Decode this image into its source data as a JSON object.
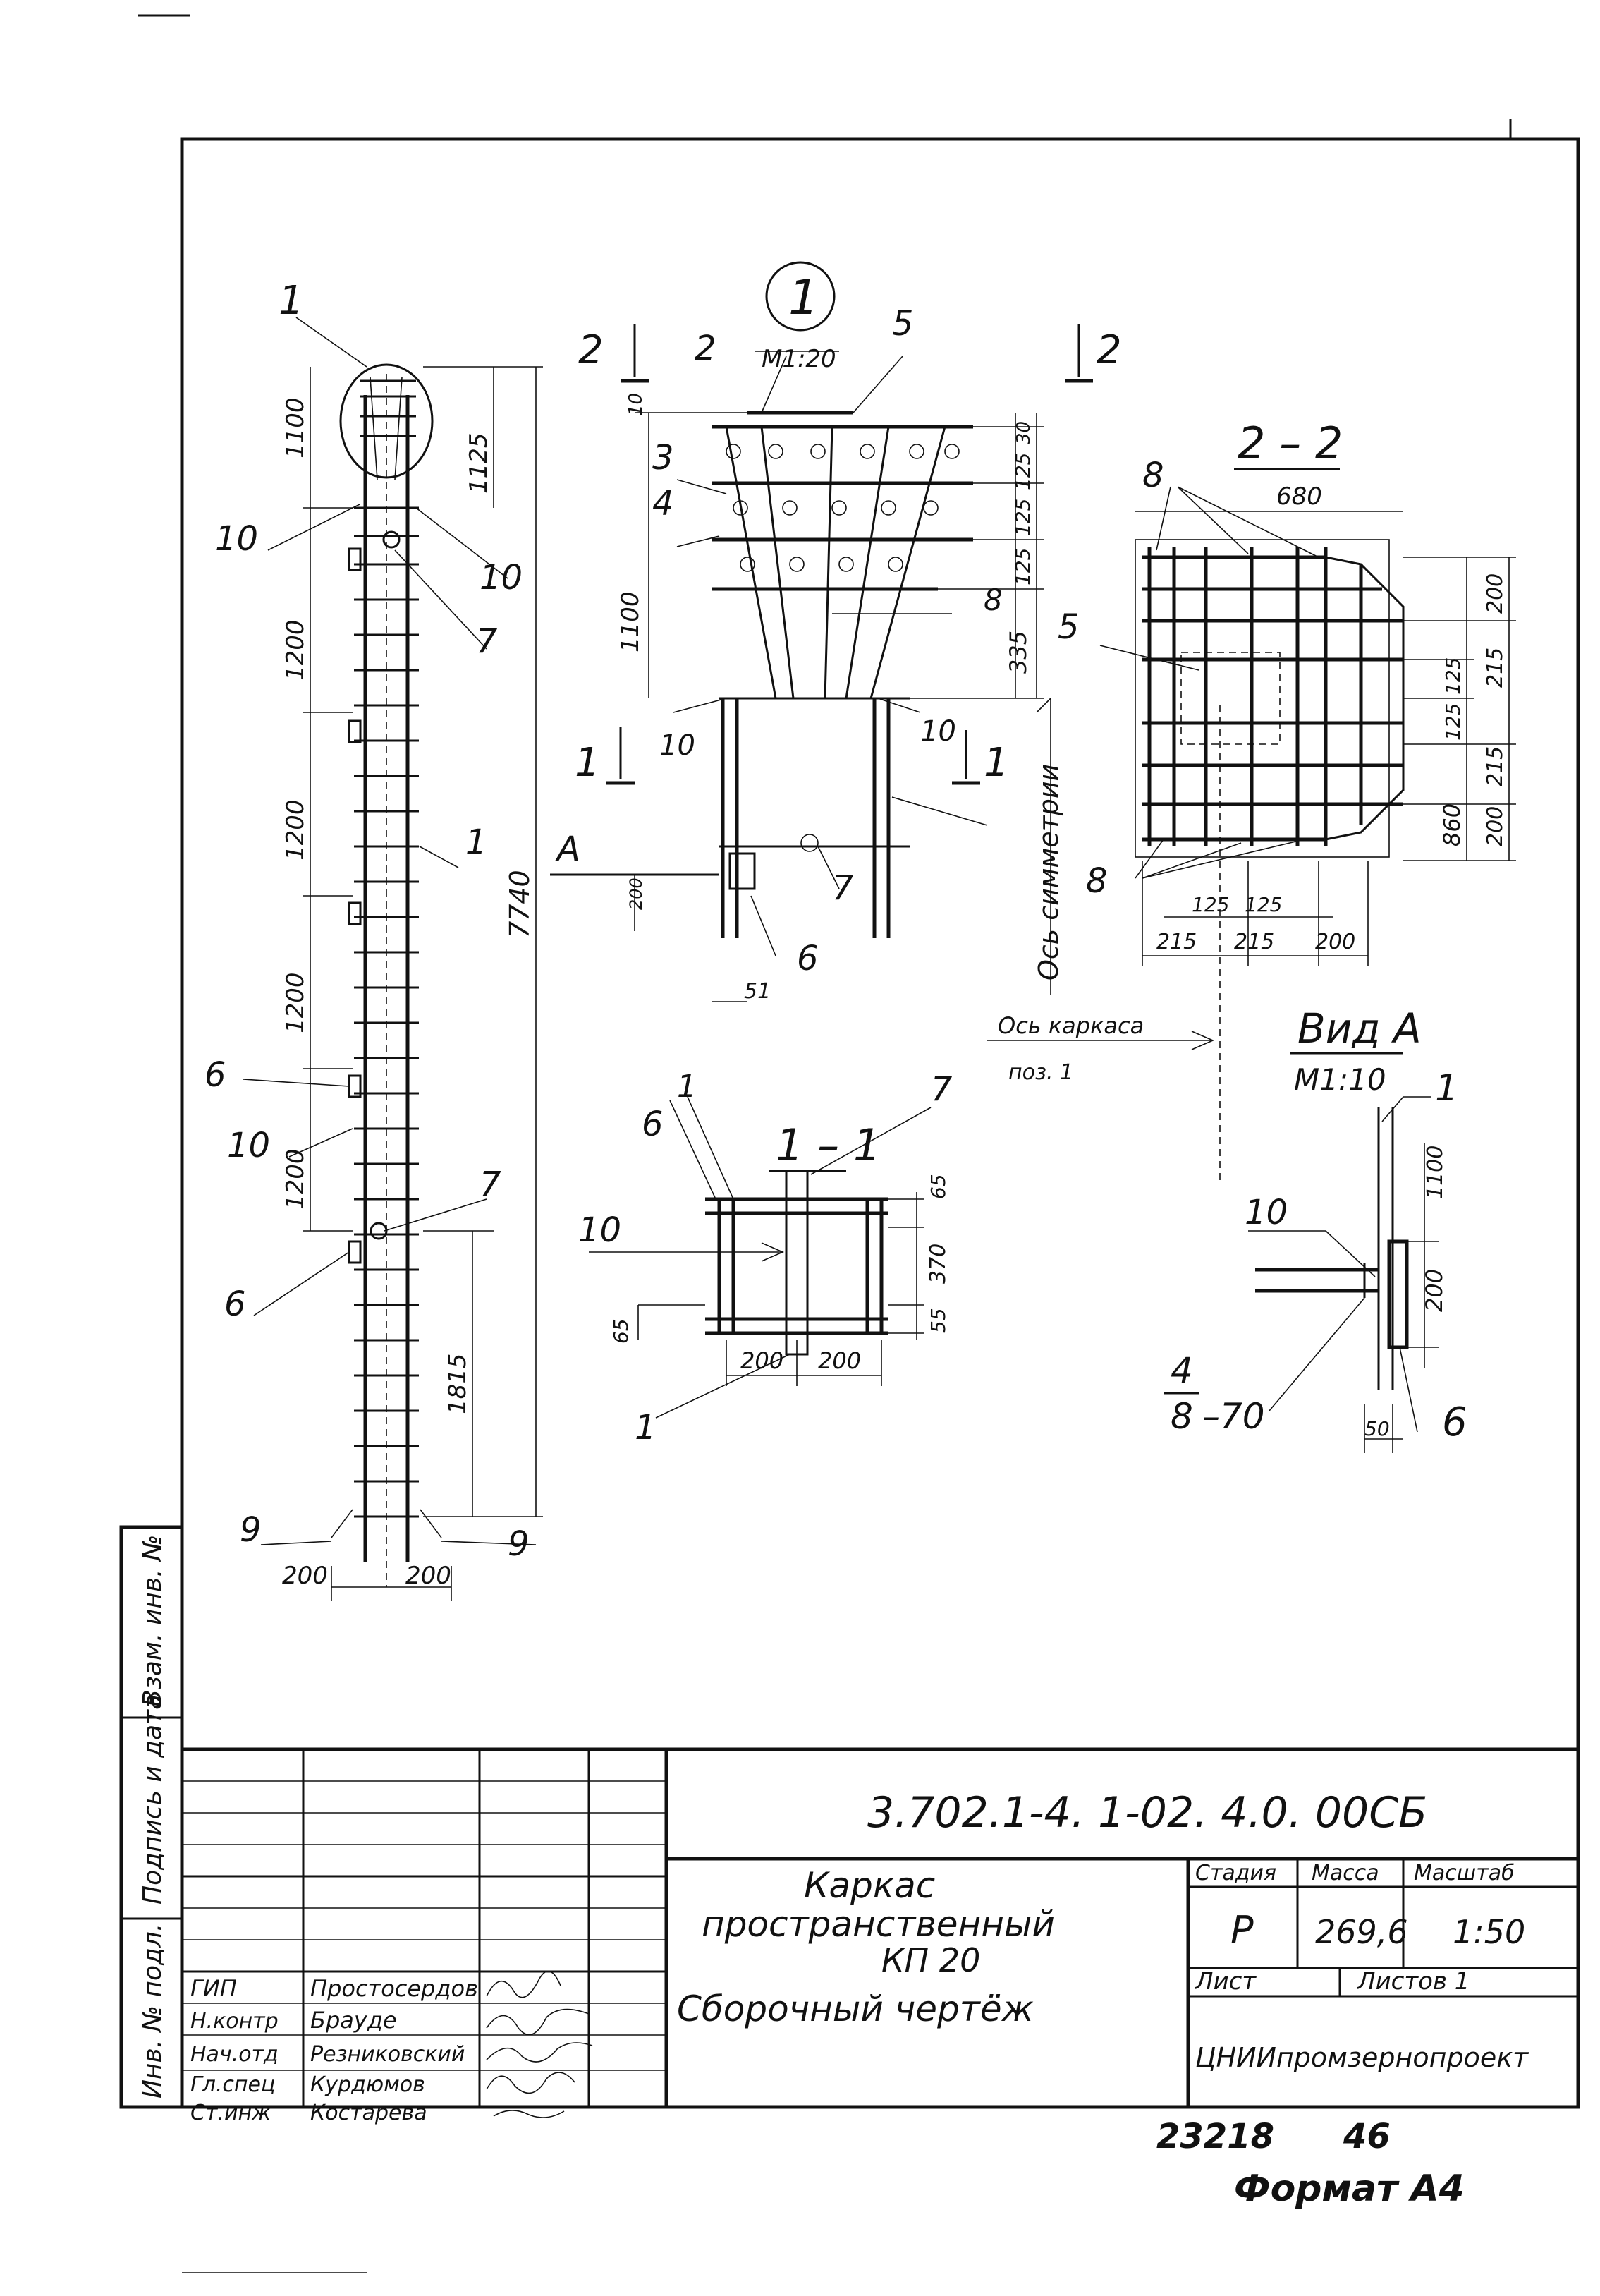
{
  "drawing": {
    "column": {
      "labels": {
        "top_pos": "1",
        "d_1100": "1100",
        "d_1125": "1125",
        "left_10": "10",
        "right_10": "10",
        "pos_7_top": "7",
        "d_1200_a": "1200",
        "d_1200_b": "1200",
        "d_1200_c": "1200",
        "d_1200_d": "1200",
        "pos_1": "1",
        "d_7740": "7740",
        "pos_6_a": "6",
        "pos_10_mid": "10",
        "pos_7_bot": "7",
        "pos_6_b": "6",
        "d_1815": "1815",
        "pos_9_left": "9",
        "pos_9_right": "9",
        "d_200_left": "200",
        "d_200_right": "200"
      }
    },
    "node1": {
      "marker": "1",
      "scale": "М1:20",
      "section_2_left": "2",
      "section_2_right": "2",
      "pos_2": "2",
      "pos_5": "5",
      "pos_3": "3",
      "pos_4": "4",
      "pos_8": "8",
      "pos_10_left": "10",
      "pos_10_right": "10",
      "section_1_left": "1",
      "section_1_right": "1",
      "view_a": "А",
      "pos_7": "7",
      "pos_6": "6",
      "d_10": "10",
      "d_1100": "1100",
      "d_30": "30",
      "d_125_a": "125",
      "d_125_b": "125",
      "d_125_c": "125",
      "d_335": "335",
      "d_200": "200",
      "d_51": "51",
      "axis_symmetry": "Ось симметрии",
      "axis_frame": "Ось каркаса",
      "axis_frame_pos": "поз. 1"
    },
    "section_2_2": {
      "title": "2 – 2",
      "pos_8_top": "8",
      "pos_5": "5",
      "pos_8_bot": "8",
      "d_680": "680",
      "d_200_a": "200",
      "d_215_a": "215",
      "d_125_a": "125",
      "d_125_b": "125",
      "d_215_b": "215",
      "d_200_b": "200",
      "d_860": "860",
      "d_125_c": "125",
      "d_125_d": "125",
      "d_215_c": "215",
      "d_215_d": "215",
      "d_200_c": "200"
    },
    "section_1_1": {
      "title": "1 – 1",
      "pos_1_top": "1",
      "pos_6": "6",
      "pos_7": "7",
      "pos_10": "10",
      "pos_1_bot": "1",
      "d_65_a": "65",
      "d_370": "370",
      "d_55": "55",
      "d_65_b": "65",
      "d_200_a": "200",
      "d_200_b": "200"
    },
    "view_a": {
      "title": "Вид А",
      "scale": "М1:10",
      "pos_1": "1",
      "pos_10": "10",
      "d_1100": "1100",
      "d_200": "200",
      "weld_num": "4",
      "weld_den": "8",
      "weld_len": "–70",
      "d_50": "50",
      "pos_6": "6"
    }
  },
  "title_block": {
    "doc_code": "3.702.1-4. 1-02. 4.0. 00СБ",
    "title_line1": "Каркас",
    "title_line2": "пространственный",
    "title_line3": "КП 20",
    "title_line4": "Сборочный чертёж",
    "stage_header": "Стадия",
    "mass_header": "Масса",
    "scale_header": "Масштаб",
    "stage": "Р",
    "mass": "269,6",
    "scale": "1:50",
    "sheet_label": "Лист",
    "sheets_label": "Листов 1",
    "organization": "ЦНИИпромзернопроект",
    "roles": [
      {
        "role": "ГИП",
        "name": "Простосердов"
      },
      {
        "role": "Н.контр",
        "name": "Брауде"
      },
      {
        "role": "Нач.отд",
        "name": "Резниковский"
      },
      {
        "role": "Гл.спец",
        "name": "Курдюмов"
      },
      {
        "role": "Ст.инж",
        "name": "Костарева"
      }
    ],
    "side_labels": {
      "inv_sub": "Инв. № подл.",
      "sign_date": "Подпись и дата",
      "replace_inv": "Взам. инв. №"
    },
    "footer_number": "23218",
    "footer_page": "46",
    "format": "Формат А4"
  }
}
